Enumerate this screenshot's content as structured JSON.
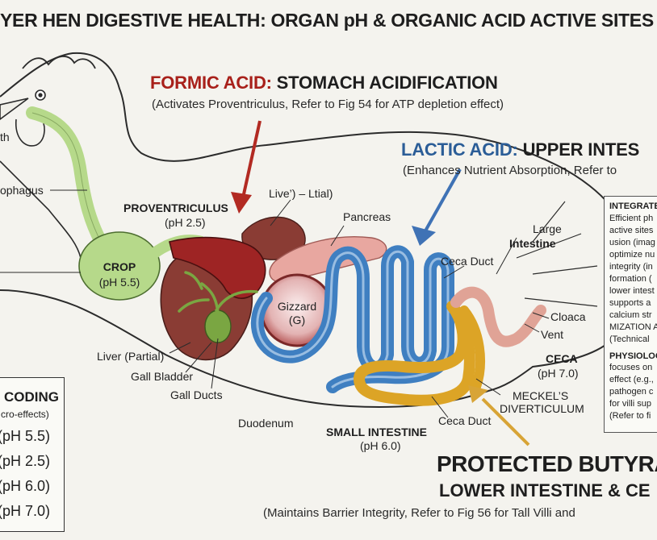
{
  "title": "YER HEN DIGESTIVE HEALTH: ORGAN pH & ORGANIC ACID ACTIVE SITES",
  "callouts": {
    "formic": {
      "acid": "FORMIC ACID:",
      "rest": " STOMACH ACIDIFICATION",
      "sub": "(Activates Proventriculus, Refer to Fig 54 for ATP depletion effect)",
      "color": "#a8201a"
    },
    "lactic": {
      "acid": "LACTIC ACID:",
      "rest": " UPPER INTES",
      "sub": "(Enhances Nutrient Absorption, Refer to",
      "color": "#2b5d97"
    },
    "butyrate": {
      "line1": "PROTECTED BUTYRAT",
      "line2": "LOWER INTESTINE & CE",
      "sub": "(Maintains Barrier Integrity, Refer to Fig 56 for Tall Villi and"
    }
  },
  "labels": {
    "beak": "th",
    "esophagus": "ophagus",
    "crop": "CROP",
    "crop_ph": "(pH 5.5)",
    "proventriculus": "PROVENTRICULUS",
    "proventriculus_ph": "(pH 2.5)",
    "liver_top": "Live’)  – Ltial)",
    "pancreas": "Pancreas",
    "gizzard": "Gizzard",
    "gizzard_g": "(G)",
    "liver_partial": "Liver (Partial)",
    "gall_bladder": "Gall Bladder",
    "gall_ducts": "Gall Ducts",
    "duodenum": "Duodenum",
    "small_intestine": "SMALL INTESTINE",
    "small_intestine_ph": "(pH 6.0)",
    "ceca_duct_top": "Ceca Duct",
    "ceca_duct_bottom": "Ceca Duct",
    "large": "Large",
    "intestine": "Intestine",
    "cloaca": "Cloaca",
    "vent": "Vent",
    "ceca": "CECA",
    "ceca_ph": "(pH 7.0)",
    "meckels1": "MECKEL’S",
    "meckels2": "DIVERTICULUM"
  },
  "side_panel": {
    "heading1": "INTEGRATE",
    "lines1": [
      "Efficient ph",
      "active sites",
      "usion (imag",
      "optimize nu",
      "integrity (in",
      "formation (",
      "lower intest",
      "supports a",
      "calcium str",
      "MIZATION A",
      "(Technical"
    ],
    "heading2": "PHYSIOLOG",
    "lines2": [
      "focuses on",
      "effect (e.g.,",
      "pathogen c",
      "for villi sup",
      "(Refer to fi"
    ]
  },
  "legend": {
    "title": "CODING",
    "subtitle": "cro-effects)",
    "items": [
      "(pH 5.5)",
      "(pH 2.5)",
      "(pH 6.0)",
      "(pH 7.0)"
    ]
  },
  "colors": {
    "crop": "#b6d98a",
    "proventriculus": "#9e2424",
    "liver": "#8a3c34",
    "gall": "#7aa642",
    "pancreas": "#e8a7a0",
    "intestine": "#3f7fc1",
    "ceca": "#dca426",
    "large_intestine": "#e0a396",
    "formic_arrow": "#b22a22",
    "lactic_arrow": "#3f72b5",
    "butyrate_arrow": "#d8a436"
  }
}
